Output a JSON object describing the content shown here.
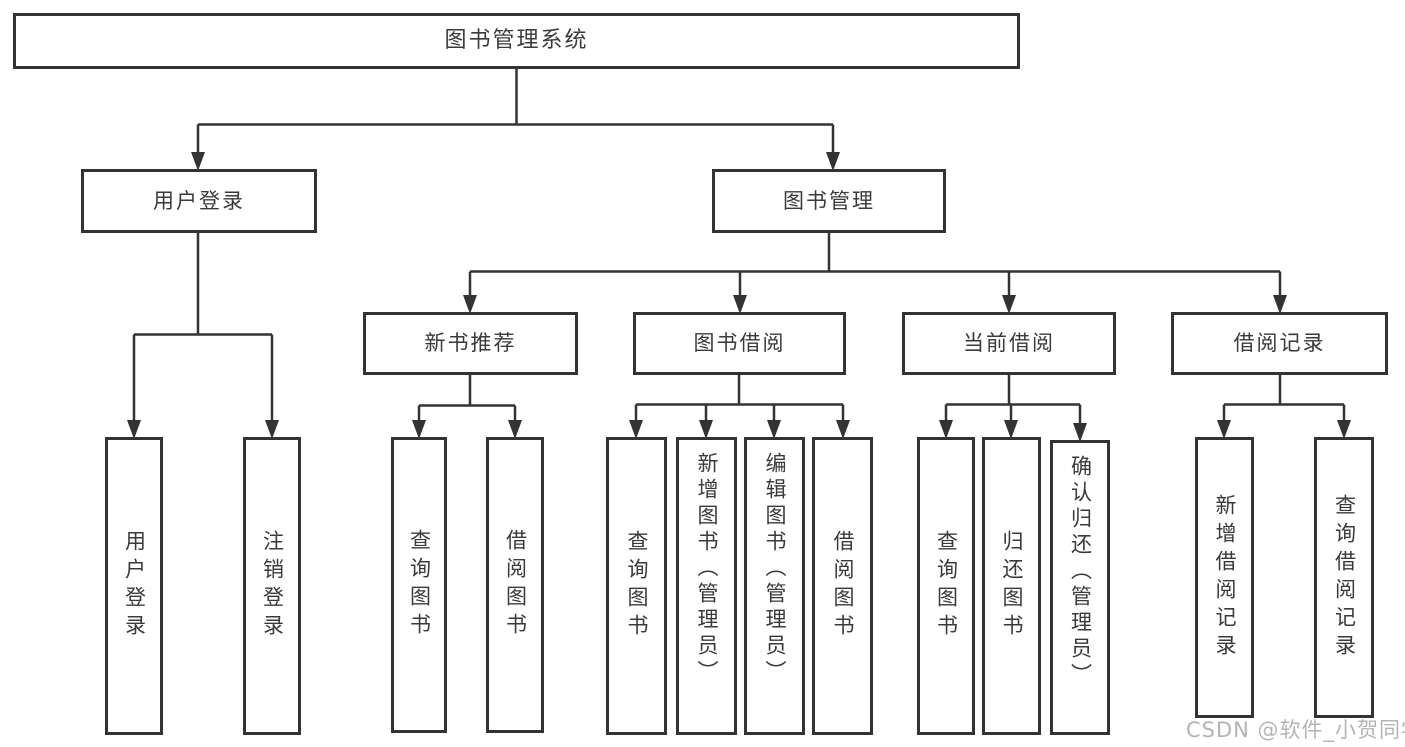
{
  "tree": {
    "root": {
      "label": "图书管理系统",
      "children": [
        {
          "label": "用户登录",
          "children": [
            {
              "label": "用户登录"
            },
            {
              "label": "注销登录"
            }
          ]
        },
        {
          "label": "图书管理",
          "children": [
            {
              "label": "新书推荐",
              "children": [
                {
                  "label": "查询图书"
                },
                {
                  "label": "借阅图书"
                }
              ]
            },
            {
              "label": "图书借阅",
              "children": [
                {
                  "label": "查询图书"
                },
                {
                  "label": "新增图书（管理员）"
                },
                {
                  "label": "编辑图书（管理员）"
                },
                {
                  "label": "借阅图书"
                }
              ]
            },
            {
              "label": "当前借阅",
              "children": [
                {
                  "label": "查询图书"
                },
                {
                  "label": "归还图书"
                },
                {
                  "label": "确认归还（管理员）"
                }
              ]
            },
            {
              "label": "借阅记录",
              "children": [
                {
                  "label": "新增借阅记录"
                },
                {
                  "label": "查询借阅记录"
                }
              ]
            }
          ]
        }
      ]
    }
  },
  "watermark": {
    "text": "CSDN @软件_小贺同学"
  },
  "colors": {
    "line": "#333333",
    "text": "#3a3a3a",
    "background": "#ffffff",
    "watermark": "#b4b4b4"
  }
}
